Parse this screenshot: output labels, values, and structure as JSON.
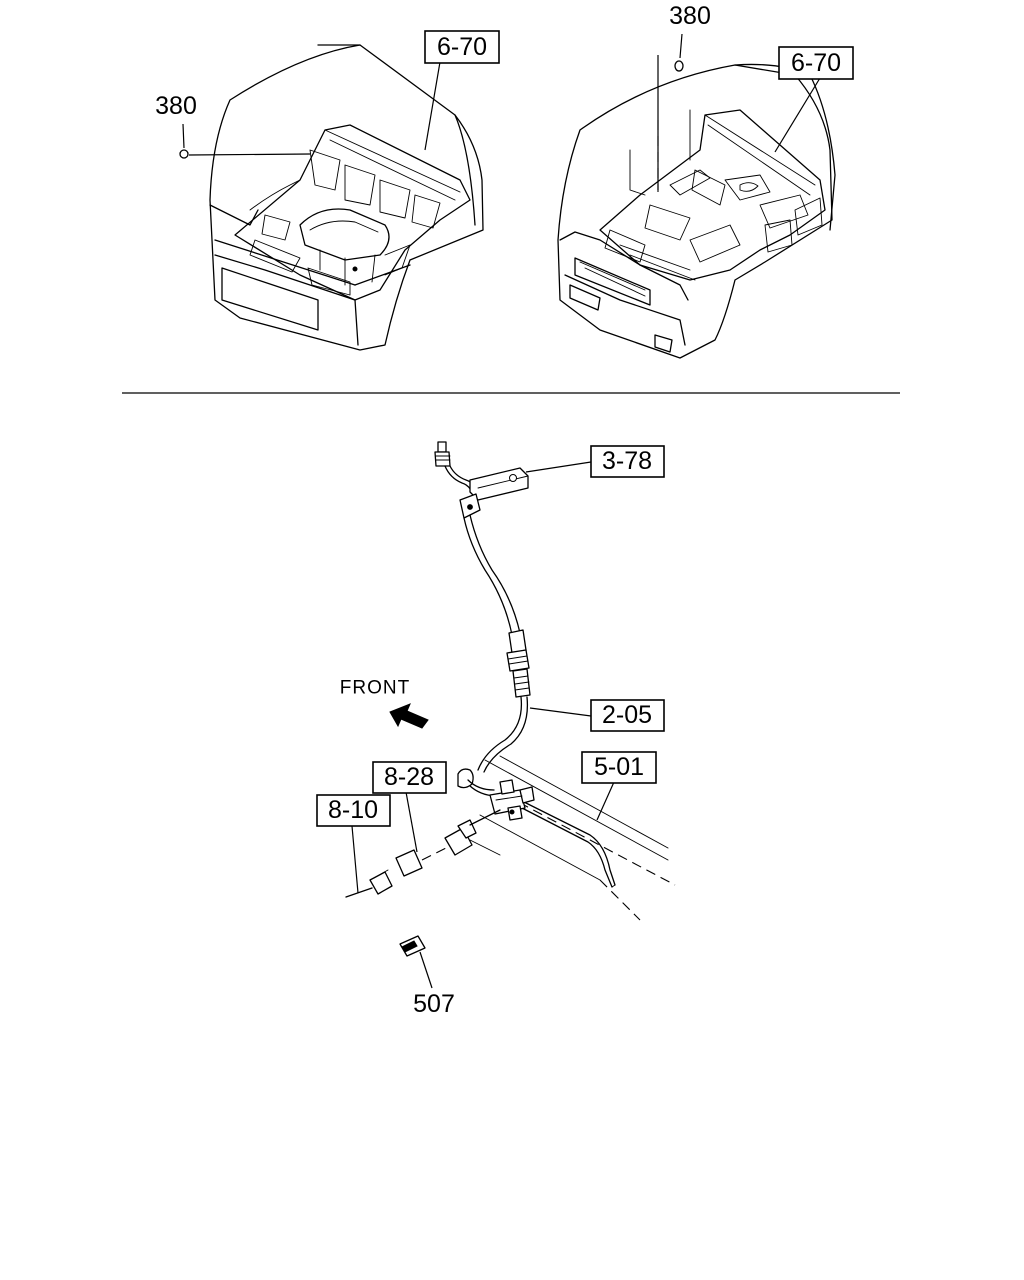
{
  "callouts": {
    "cab_left_ref": "6-70",
    "cab_left_part": "380",
    "cab_right_ref": "6-70",
    "cab_right_part": "380",
    "bracket_ref": "3-78",
    "hose_ref": "2-05",
    "frame_ref": "5-01",
    "clip_ref": "8-28",
    "harness_ref": "8-10",
    "clip_part": "507"
  },
  "direction": {
    "label": "FRONT",
    "icon": "arrow-front-icon"
  }
}
